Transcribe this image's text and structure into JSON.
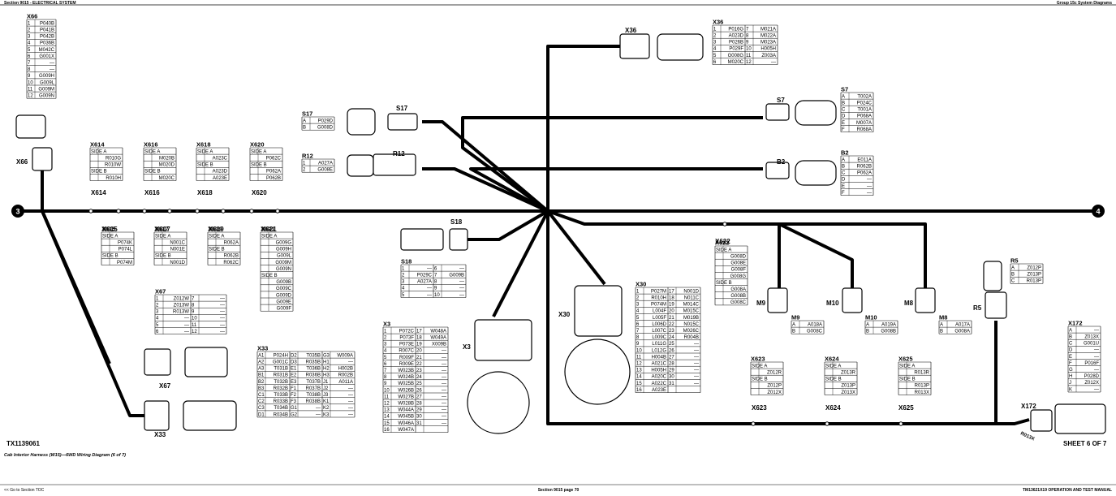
{
  "header": {
    "left": "Section 9015 - ELECTRICAL SYSTEM",
    "right": "Group 15c System Diagrams"
  },
  "footer": {
    "left": "<< Go to Section TOC",
    "center": "Section 9015 page 70",
    "right": "TM13621X19 OPERATION AND TEST MANUAL",
    "tx_number": "TX1139061",
    "caption": "Cab Interior Harness (W15)—6WD Wiring Diagram (6 of 7)",
    "sheet": "SHEET 6 OF 7"
  },
  "main_bus": {
    "left_ref": "3",
    "right_ref": "4"
  },
  "labels": [
    {
      "key": "x66",
      "text": "X66"
    },
    {
      "key": "x67",
      "text": "X67"
    },
    {
      "key": "x33",
      "text": "X33"
    },
    {
      "key": "x614",
      "text": "X614"
    },
    {
      "key": "x616",
      "text": "X616"
    },
    {
      "key": "x618",
      "text": "X618"
    },
    {
      "key": "x620",
      "text": "X620"
    },
    {
      "key": "x615",
      "text": "X615"
    },
    {
      "key": "x617",
      "text": "X617"
    },
    {
      "key": "x619",
      "text": "X619"
    },
    {
      "key": "x621",
      "text": "X621"
    },
    {
      "key": "s17",
      "text": "S17"
    },
    {
      "key": "r12",
      "text": "R12"
    },
    {
      "key": "s18",
      "text": "S18"
    },
    {
      "key": "x36",
      "text": "X36"
    },
    {
      "key": "x3",
      "text": "X3"
    },
    {
      "key": "x30",
      "text": "X30"
    },
    {
      "key": "s7",
      "text": "S7"
    },
    {
      "key": "b2",
      "text": "B2"
    },
    {
      "key": "x622",
      "text": "X622"
    },
    {
      "key": "m9",
      "text": "M9"
    },
    {
      "key": "m10",
      "text": "M10"
    },
    {
      "key": "m8",
      "text": "M8"
    },
    {
      "key": "r5",
      "text": "R5"
    },
    {
      "key": "x623",
      "text": "X623"
    },
    {
      "key": "x624",
      "text": "X624"
    },
    {
      "key": "x625",
      "text": "X625"
    },
    {
      "key": "x172",
      "text": "X172"
    },
    {
      "key": "r013x",
      "text": "R013X"
    }
  ],
  "tables": [
    {
      "title": "X66",
      "rows": [
        [
          "1",
          "P040B"
        ],
        [
          "2",
          "P041B"
        ],
        [
          "3",
          "P042B"
        ],
        [
          "4",
          "P036B"
        ],
        [
          "5",
          "M042C"
        ],
        [
          "6",
          "G001X"
        ],
        [
          "7",
          "—"
        ],
        [
          "8",
          "—"
        ],
        [
          "9",
          "G009H"
        ],
        [
          "10",
          "G009L"
        ],
        [
          "11",
          "G009M"
        ],
        [
          "12",
          "G009N"
        ]
      ]
    },
    {
      "title": "X614",
      "rows": [
        [
          "SIDE A",
          ""
        ],
        [
          "",
          "R010G"
        ],
        [
          "",
          "R010W"
        ],
        [
          "SIDE B",
          ""
        ],
        [
          "",
          "R010H"
        ]
      ]
    },
    {
      "title": "X616",
      "rows": [
        [
          "SIDE A",
          ""
        ],
        [
          "",
          "M020B"
        ],
        [
          "",
          "M020D"
        ],
        [
          "SIDE B",
          ""
        ],
        [
          "",
          "M020C"
        ]
      ]
    },
    {
      "title": "X618",
      "rows": [
        [
          "SIDE A",
          ""
        ],
        [
          "",
          "A023C"
        ],
        [
          "SIDE B",
          ""
        ],
        [
          "",
          "A023D"
        ],
        [
          "",
          "A023E"
        ]
      ]
    },
    {
      "title": "X620",
      "rows": [
        [
          "SIDE A",
          ""
        ],
        [
          "",
          "P062C"
        ],
        [
          "SIDE B",
          ""
        ],
        [
          "",
          "P062A"
        ],
        [
          "",
          "P062B"
        ]
      ]
    },
    {
      "title": "X615",
      "rows": [
        [
          "SIDE A",
          ""
        ],
        [
          "",
          "P074K"
        ],
        [
          "",
          "P074L"
        ],
        [
          "SIDE B",
          ""
        ],
        [
          "",
          "P074M"
        ]
      ]
    },
    {
      "title": "X617",
      "rows": [
        [
          "SIDE A",
          ""
        ],
        [
          "",
          "N001C"
        ],
        [
          "",
          "N001E"
        ],
        [
          "SIDE B",
          ""
        ],
        [
          "",
          "N001D"
        ]
      ]
    },
    {
      "title": "X619",
      "rows": [
        [
          "SIDE A",
          ""
        ],
        [
          "",
          "R062A"
        ],
        [
          "SIDE B",
          ""
        ],
        [
          "",
          "R062B"
        ],
        [
          "",
          "R062C"
        ]
      ]
    },
    {
      "title": "X621",
      "rows": [
        [
          "SIDE A",
          ""
        ],
        [
          "",
          "G009G"
        ],
        [
          "",
          "G009H"
        ],
        [
          "",
          "G009L"
        ],
        [
          "",
          "G009M"
        ],
        [
          "",
          "G009N"
        ],
        [
          "SIDE B",
          ""
        ],
        [
          "",
          "G009B"
        ],
        [
          "",
          "G009C"
        ],
        [
          "",
          "G009D"
        ],
        [
          "",
          "G009E"
        ],
        [
          "",
          "G009F"
        ]
      ]
    },
    {
      "title": "X67",
      "rows": [
        [
          "1",
          "Z012W",
          "7",
          "—"
        ],
        [
          "2",
          "Z013W",
          "8",
          "—"
        ],
        [
          "3",
          "R013W",
          "9",
          "—"
        ],
        [
          "4",
          "—",
          "10",
          "—"
        ],
        [
          "5",
          "—",
          "11",
          "—"
        ],
        [
          "6",
          "—",
          "12",
          "—"
        ]
      ]
    },
    {
      "title": "X33",
      "rows": [
        [
          "A1",
          "P024H",
          "D2",
          "T035B",
          "G3",
          "W009A"
        ],
        [
          "A2",
          "G001C",
          "D3",
          "R035B",
          "H1",
          "—"
        ],
        [
          "A3",
          "T031B",
          "E1",
          "T036B",
          "H2",
          "H002B"
        ],
        [
          "B1",
          "R031B",
          "E2",
          "R036B",
          "H3",
          "R002B"
        ],
        [
          "B2",
          "T032B",
          "E3",
          "T037B",
          "J1",
          "A011A"
        ],
        [
          "B3",
          "R032B",
          "F1",
          "R037B",
          "J2",
          "—"
        ],
        [
          "C1",
          "T033B",
          "F2",
          "T038B",
          "J3",
          "—"
        ],
        [
          "C2",
          "R033B",
          "F3",
          "R038B",
          "K1",
          "—"
        ],
        [
          "C3",
          "T034B",
          "G1",
          "—",
          "K2",
          "—"
        ],
        [
          "D1",
          "R034B",
          "G2",
          "—",
          "K3",
          "—"
        ]
      ]
    },
    {
      "title": "S17",
      "rows": [
        [
          "A",
          "P029D"
        ],
        [
          "B",
          "G008D"
        ]
      ]
    },
    {
      "title": "R12",
      "rows": [
        [
          "1",
          "A027A"
        ],
        [
          "2",
          "G008E"
        ]
      ]
    },
    {
      "title": "S18",
      "rows": [
        [
          "1",
          "—",
          "6",
          "—"
        ],
        [
          "2",
          "P029C",
          "7",
          "G009B"
        ],
        [
          "3",
          "A027A",
          "8",
          "—"
        ],
        [
          "4",
          "—",
          "9",
          "—"
        ],
        [
          "5",
          "—",
          "10",
          "—"
        ]
      ]
    },
    {
      "title": "X36",
      "rows": [
        [
          "1",
          "P016G",
          "7",
          "M021A"
        ],
        [
          "2",
          "A023D",
          "8",
          "M022A"
        ],
        [
          "3",
          "P026B",
          "9",
          "M023A"
        ],
        [
          "4",
          "P029F",
          "10",
          "H005H"
        ],
        [
          "5",
          "G008G",
          "11",
          "Z003A"
        ],
        [
          "6",
          "M020C",
          "12",
          "—"
        ]
      ]
    },
    {
      "title": "X3",
      "rows": [
        [
          "1",
          "P072C",
          "17",
          "W048A"
        ],
        [
          "2",
          "P073F",
          "18",
          "W049A"
        ],
        [
          "3",
          "P073E",
          "19",
          "X009B"
        ],
        [
          "4",
          "R007C",
          "20",
          "—"
        ],
        [
          "5",
          "R009F",
          "21",
          "—"
        ],
        [
          "6",
          "R009E",
          "22",
          "—"
        ],
        [
          "7",
          "W023B",
          "23",
          "—"
        ],
        [
          "8",
          "W024B",
          "24",
          "—"
        ],
        [
          "9",
          "W025B",
          "25",
          "—"
        ],
        [
          "10",
          "W026B",
          "26",
          "—"
        ],
        [
          "11",
          "W027B",
          "27",
          "—"
        ],
        [
          "12",
          "W028B",
          "28",
          "—"
        ],
        [
          "13",
          "W044A",
          "29",
          "—"
        ],
        [
          "14",
          "W045B",
          "30",
          "—"
        ],
        [
          "15",
          "W046A",
          "31",
          "—"
        ],
        [
          "16",
          "W047A",
          "",
          ""
        ]
      ]
    },
    {
      "title": "X30",
      "rows": [
        [
          "1",
          "P027M",
          "17",
          "N001D"
        ],
        [
          "2",
          "R010H",
          "18",
          "N011C"
        ],
        [
          "3",
          "P074M",
          "19",
          "M014C"
        ],
        [
          "4",
          "L004F",
          "20",
          "M015C"
        ],
        [
          "5",
          "L005F",
          "21",
          "M019B"
        ],
        [
          "6",
          "L006D",
          "22",
          "N015C"
        ],
        [
          "7",
          "L007C",
          "23",
          "M026C"
        ],
        [
          "8",
          "L009C",
          "24",
          "R004B"
        ],
        [
          "9",
          "L011G",
          "25",
          "—"
        ],
        [
          "10",
          "L012G",
          "26",
          "—"
        ],
        [
          "11",
          "H004B",
          "27",
          "—"
        ],
        [
          "12",
          "A021C",
          "28",
          "—"
        ],
        [
          "13",
          "H005H",
          "29",
          "—"
        ],
        [
          "14",
          "A020C",
          "30",
          "—"
        ],
        [
          "15",
          "A022C",
          "31",
          "—"
        ],
        [
          "16",
          "A023E",
          "",
          ""
        ]
      ]
    },
    {
      "title": "S7",
      "rows": [
        [
          "A",
          "T002A"
        ],
        [
          "B",
          "P024C"
        ],
        [
          "C",
          "T001A"
        ],
        [
          "D",
          "P068A"
        ],
        [
          "E",
          "M007A"
        ],
        [
          "F",
          "R068A"
        ]
      ]
    },
    {
      "title": "B2",
      "rows": [
        [
          "A",
          "E011A"
        ],
        [
          "B",
          "R062B"
        ],
        [
          "C",
          "P062A"
        ],
        [
          "D",
          "—"
        ],
        [
          "E",
          "—"
        ],
        [
          "F",
          "—"
        ]
      ]
    },
    {
      "title": "X622",
      "rows": [
        [
          "SIDE A",
          ""
        ],
        [
          "",
          "G008D"
        ],
        [
          "",
          "G008E"
        ],
        [
          "",
          "G008F"
        ],
        [
          "",
          "G008G"
        ],
        [
          "SIDE B",
          ""
        ],
        [
          "",
          "G008A"
        ],
        [
          "",
          "G008B"
        ],
        [
          "",
          "G008C"
        ]
      ]
    },
    {
      "title": "M9",
      "rows": [
        [
          "A",
          "A018A"
        ],
        [
          "B",
          "G008C"
        ]
      ]
    },
    {
      "title": "M10",
      "rows": [
        [
          "A",
          "A019A"
        ],
        [
          "B",
          "G008B"
        ]
      ]
    },
    {
      "title": "M8",
      "rows": [
        [
          "A",
          "A017A"
        ],
        [
          "B",
          "G008A"
        ]
      ]
    },
    {
      "title": "R5",
      "rows": [
        [
          "A",
          "Z012P"
        ],
        [
          "B",
          "Z013P"
        ],
        [
          "C",
          "R013P"
        ]
      ]
    },
    {
      "title": "X623",
      "rows": [
        [
          "SIDE A",
          ""
        ],
        [
          "",
          "Z012R"
        ],
        [
          "SIDE B",
          ""
        ],
        [
          "",
          "Z012P"
        ],
        [
          "",
          "Z012X"
        ]
      ]
    },
    {
      "title": "X624",
      "rows": [
        [
          "SIDE A",
          ""
        ],
        [
          "",
          "Z013R"
        ],
        [
          "SIDE B",
          ""
        ],
        [
          "",
          "Z013P"
        ],
        [
          "",
          "Z013X"
        ]
      ]
    },
    {
      "title": "X625",
      "rows": [
        [
          "SIDE A",
          ""
        ],
        [
          "",
          "R013R"
        ],
        [
          "SIDE B",
          ""
        ],
        [
          "",
          "R013P"
        ],
        [
          "",
          "R013X"
        ]
      ]
    },
    {
      "title": "X172",
      "rows": [
        [
          "A",
          "—"
        ],
        [
          "B",
          "Z013X"
        ],
        [
          "C",
          "G001U"
        ],
        [
          "D",
          "—"
        ],
        [
          "E",
          "—"
        ],
        [
          "F",
          "P016F"
        ],
        [
          "G",
          "—"
        ],
        [
          "H",
          "P028D"
        ],
        [
          "J",
          "Z012X"
        ],
        [
          "K",
          "—"
        ]
      ]
    }
  ]
}
